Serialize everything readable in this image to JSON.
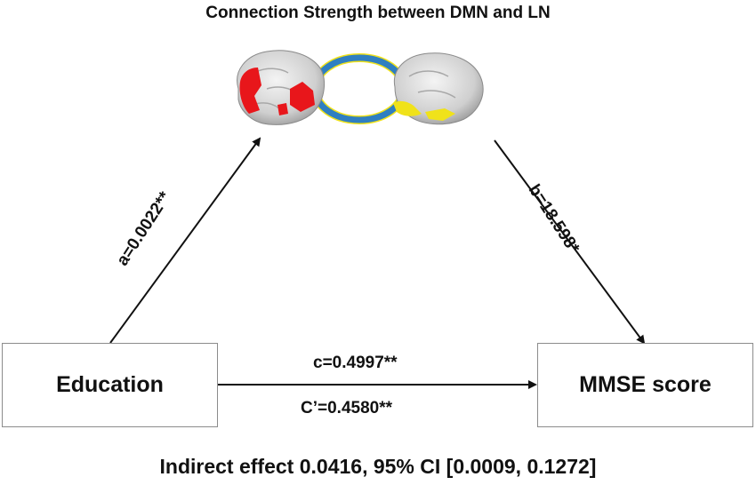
{
  "title": "Connection Strength between DMN and LN",
  "nodes": {
    "education": "Education",
    "mmse": "MMSE score"
  },
  "paths": {
    "a": "a=0.0022**",
    "b": "b=18.598*",
    "c": "c=0.4997**",
    "c_prime": "C’=0.4580**"
  },
  "footer": "Indirect effect 0.0416, 95% CI [0.0009, 0.1272]",
  "colors": {
    "dmn_region": "#e8161b",
    "ln_region": "#f0e21a",
    "connection_ring": "#2f7fc1",
    "brain_surface": "#d9d9d9"
  },
  "icons": [
    "brain-left-icon",
    "brain-right-icon",
    "connection-ring-icon"
  ]
}
